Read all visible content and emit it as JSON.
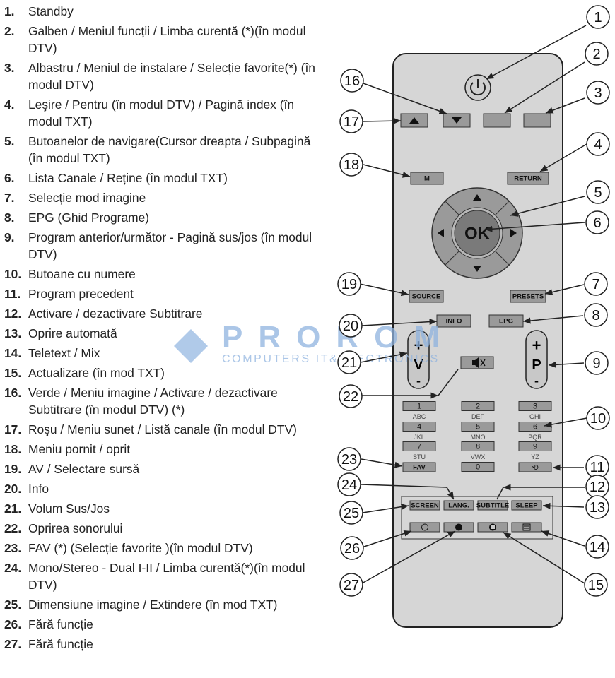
{
  "legend": [
    {
      "num": "1.",
      "text": "Standby"
    },
    {
      "num": "2.",
      "text": "Galben / Meniul funcții / Limba curentă (*)(în modul DTV)"
    },
    {
      "num": "3.",
      "text": "Albastru / Meniul de instalare / Selecție favorite(*) (în modul DTV)"
    },
    {
      "num": "4.",
      "text": "Leşire / Pentru (în modul DTV) / Pagină index (în modul TXT)"
    },
    {
      "num": "5.",
      "text": "Butoanelor de navigare(Cursor dreapta / Subpagină (în modul TXT)"
    },
    {
      "num": "6.",
      "text": "Lista Canale / Reține (în modul TXT)"
    },
    {
      "num": "7.",
      "text": "Selecție mod imagine"
    },
    {
      "num": "8.",
      "text": "EPG (Ghid Programe)"
    },
    {
      "num": "9.",
      "text": "Program anterior/următor - Pagină sus/jos (în modul DTV)"
    },
    {
      "num": "10.",
      "text": "Butoane cu numere"
    },
    {
      "num": "11.",
      "text": "Program precedent"
    },
    {
      "num": "12.",
      "text": "Activare / dezactivare Subtitrare"
    },
    {
      "num": "13.",
      "text": "Oprire automată"
    },
    {
      "num": "14.",
      "text": "Teletext / Mix"
    },
    {
      "num": "15.",
      "text": "Actualizare (în mod TXT)"
    },
    {
      "num": "16.",
      "text": "Verde / Meniu imagine / Activare / dezactivare Subtitrare (în modul DTV) (*)"
    },
    {
      "num": "17.",
      "text": "Roşu / Meniu sunet / Listă canale (în modul DTV)"
    },
    {
      "num": "18.",
      "text": "Meniu pornit / oprit"
    },
    {
      "num": "19.",
      "text": "AV / Selectare sursă"
    },
    {
      "num": "20.",
      "text": "Info"
    },
    {
      "num": "21.",
      "text": "Volum Sus/Jos"
    },
    {
      "num": "22.",
      "text": "Oprirea sonorului"
    },
    {
      "num": "23.",
      "text": "FAV (*) (Selecție favorite )(în modul DTV)"
    },
    {
      "num": "24.",
      "text": "Mono/Stereo - Dual I-II / Limba curentă(*)(în modul DTV)"
    },
    {
      "num": "25.",
      "text": "Dimensiune imagine / Extindere (în mod TXT)"
    },
    {
      "num": "26.",
      "text": "Fără funcție"
    },
    {
      "num": "27.",
      "text": "Fără funcție"
    }
  ],
  "callouts": [
    "1",
    "2",
    "3",
    "4",
    "5",
    "6",
    "7",
    "8",
    "9",
    "10",
    "11",
    "12",
    "13",
    "14",
    "15",
    "16",
    "17",
    "18",
    "19",
    "20",
    "21",
    "22",
    "23",
    "24",
    "25",
    "26",
    "27"
  ],
  "buttons": {
    "menu": "M",
    "return": "RETURN",
    "ok": "OK",
    "source": "SOURCE",
    "presets": "PRESETS",
    "info": "INFO",
    "epg": "EPG",
    "vol_plus": "+",
    "vol_label": "V",
    "vol_minus": "-",
    "prog_plus": "+",
    "prog_label": "P",
    "prog_minus": "-",
    "fav": "FAV",
    "screen": "SCREEN",
    "lang": "LANG.",
    "subtitle": "SUBTITLE",
    "sleep": "SLEEP"
  },
  "numpad": [
    {
      "digit": "1",
      "letters": "ABC"
    },
    {
      "digit": "2",
      "letters": "DEF"
    },
    {
      "digit": "3",
      "letters": "GHI"
    },
    {
      "digit": "4",
      "letters": "JKL"
    },
    {
      "digit": "5",
      "letters": "MNO"
    },
    {
      "digit": "6",
      "letters": "PQR"
    },
    {
      "digit": "7",
      "letters": "STU"
    },
    {
      "digit": "8",
      "letters": "VWX"
    },
    {
      "digit": "9",
      "letters": "YZ"
    },
    {
      "digit": "0",
      "letters": ""
    }
  ],
  "watermark": {
    "line1": "PROROM",
    "line2": "COMPUTERS IT&ELECTRONICS"
  },
  "colors": {
    "remote_body": "#d6d6d6",
    "button": "#9a9a9a",
    "watermark": "#8fb3df"
  }
}
